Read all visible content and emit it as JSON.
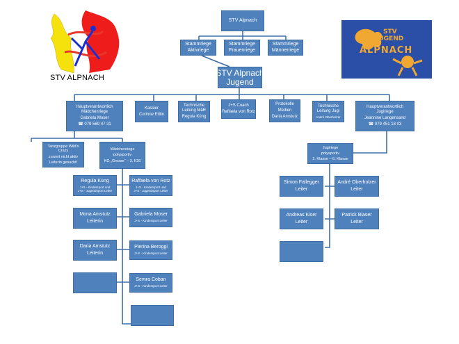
{
  "logos": {
    "left_caption": "STV ALPNACH",
    "right_line1": "STV",
    "right_line2": "JUGEND",
    "right_line3": "ALPNACH"
  },
  "top": {
    "root": "STV Alpnach",
    "stammriegen": [
      {
        "line1": "Stammriege",
        "line2": "Aktivriege"
      },
      {
        "line1": "Stammriege",
        "line2": "Frauenriege"
      },
      {
        "line1": "Stammriege",
        "line2": "Männerriege"
      }
    ],
    "jugend": {
      "line1": "STV Alpnach",
      "line2": "Jugend"
    }
  },
  "level2": {
    "maedchen_head": {
      "line1": "Hauptverantwortlich",
      "line2": "Mädchenriege",
      "name": "Gabriela Moser",
      "phone": "☎ 079 569 47 31"
    },
    "kassier": {
      "role": "Kassier",
      "name": "Corinne Ettlin"
    },
    "tech_mr": {
      "line1": "Technische",
      "line2": "Leitung MäR",
      "name": "Regula Küng"
    },
    "js_coach": {
      "role": "J+S Coach",
      "name": "Raffaela von Rotz"
    },
    "protokolle": {
      "line1": "Protokolle",
      "line2": "Medien",
      "name": "Daria  Amstutz"
    },
    "tech_jugi": {
      "line1": "Technische",
      "line2": "Leitung Jugi",
      "name": "André Oberholzer"
    },
    "jugi_head": {
      "line1": "Hauptverantwortlich",
      "line2": "Jugiriege",
      "name": "Jeannine Langensand",
      "phone": "☎ 079 451 18 03"
    }
  },
  "maedchen": {
    "tanzgruppe": {
      "line1": "Tanzgruppe  Wild'n",
      "line2": "Crazy",
      "line3": "zurzeit  nicht aktiv",
      "line4": "Leiterin gesucht!"
    },
    "polysportiv": {
      "line1": "Mädchenriege",
      "line2": "polysportiv",
      "line3": "KG „Grosse“ – 3. IOS"
    },
    "left": [
      {
        "name": "Regula Küng",
        "role1": "J+S - Kindersport und",
        "role2": "J+S - Jugendsport Leiter"
      },
      {
        "name": "Mona Amstutz",
        "role1": "Leiterin"
      },
      {
        "name": "Daria Amstutz",
        "role1": "Leiterin"
      },
      {
        "name": ""
      }
    ],
    "right": [
      {
        "name": "Raffaela von Rotz",
        "role1": "J+S - Kindersport und",
        "role2": "J+S - Jugendsport Leiter"
      },
      {
        "name": "Gabriela Moser",
        "role1": "J+S - Kindersport Leiter"
      },
      {
        "name": "Pierina Beroggi",
        "role1": "J+S - Kindersport Leiter"
      },
      {
        "name": "Semra Coban",
        "role1": "J+S - Kindersport Leiter"
      },
      {
        "name": ""
      }
    ]
  },
  "jugi": {
    "polysportiv": {
      "line1": "Jugiriege",
      "line2": "polysportiv",
      "line3": "2. Klasse – 6. Klasse"
    },
    "left": [
      {
        "name": "Simon Fallegger",
        "role": "Leiter"
      },
      {
        "name": "Andreas Kiser",
        "role": "Leiter"
      },
      {
        "name": "",
        "role": ""
      }
    ],
    "right": [
      {
        "name": "André Oberholzer",
        "role": "Leiter"
      },
      {
        "name": "Patrick Blaser",
        "role": "Leiter"
      }
    ]
  }
}
